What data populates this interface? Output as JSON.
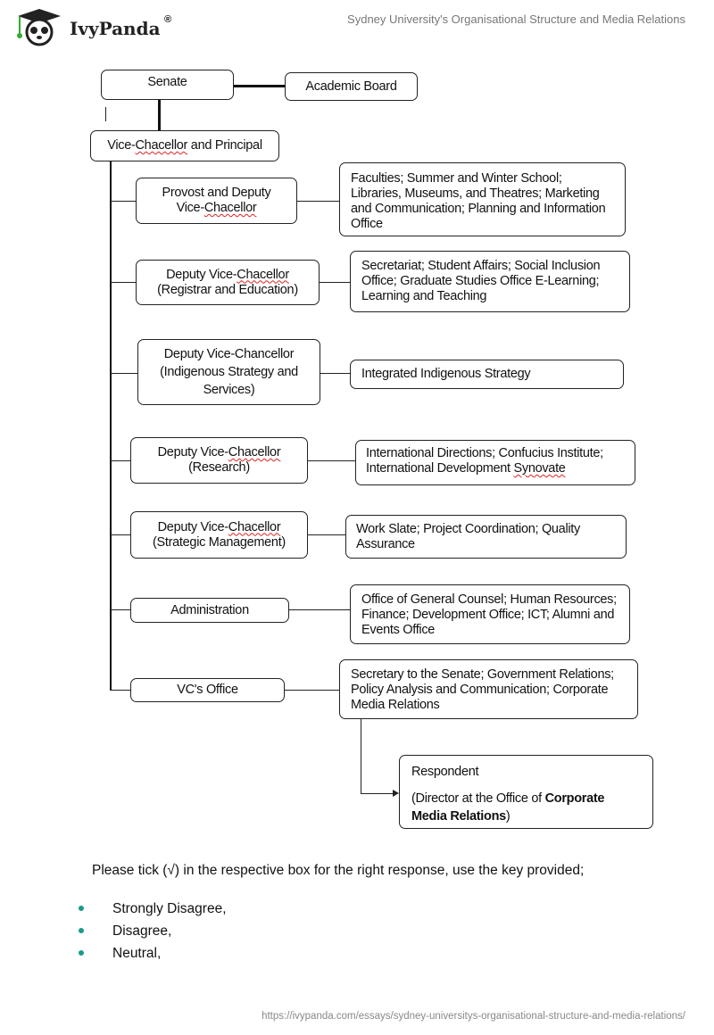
{
  "header": {
    "brand": "IvyPanda",
    "registered": "®",
    "doc_title": "Sydney University's Organisational Structure and Media Relations"
  },
  "chart": {
    "senate": "Senate",
    "academic_board": "Academic Board",
    "vcp": {
      "a": "Vice-",
      "b": "Chacellor",
      "c": " and Principal"
    },
    "provost": {
      "line1": "Provost and Deputy",
      "line2a": "Vice-",
      "line2b": "Chacellor"
    },
    "provost_units": "Faculties; Summer and Winter School; Libraries,  Museums, and Theatres; Marketing and Communication; Planning and Information Office",
    "dvc_reg": {
      "line1a": "Deputy Vice-",
      "line1b": "Chacellor",
      "line2": "(Registrar and Education)"
    },
    "dvc_reg_units": "Secretariat; Student Affairs; Social Inclusion Office; Graduate Studies Office E-Learning; Learning and Teaching",
    "dvc_ind": {
      "line1": "Deputy Vice-Chancellor",
      "line2": "(Indigenous Strategy and",
      "line3": "Services)"
    },
    "dvc_ind_units": "Integrated Indigenous Strategy",
    "dvc_res": {
      "line1a": "Deputy Vice-",
      "line1b": "Chacellor",
      "line2": "(Research)"
    },
    "dvc_res_units": {
      "a": "International Directions; Confucius Institute; International Development ",
      "b": "Synovate"
    },
    "dvc_sm": {
      "line1a": "Deputy Vice-",
      "line1b": "Chacellor",
      "line2": "(Strategic Management)"
    },
    "dvc_sm_units": "Work Slate; Project Coordination;  Quality Assurance",
    "admin": "Administration",
    "admin_units": "Office of General Counsel; Human Resources; Finance; Development Office; ICT; Alumni and Events Office",
    "vco": "VC's Office",
    "vco_units": "Secretary to the Senate; Government Relations; Policy Analysis and Communication; Corporate Media Relations",
    "respondent": {
      "title": "Respondent",
      "a": "(Director at the Office of ",
      "b": "Corporate Media Relations",
      "c": ")"
    }
  },
  "instructions": "Please tick (√) in the respective box for the right response, use the key provided;",
  "key_items": [
    "Strongly Disagree,",
    "Disagree,",
    "Neutral,"
  ],
  "footer_url": "https://ivypanda.com/essays/sydney-universitys-organisational-structure-and-media-relations/",
  "colors": {
    "bullet": "#1a9a8a",
    "spellcheck": "#dd2222"
  }
}
